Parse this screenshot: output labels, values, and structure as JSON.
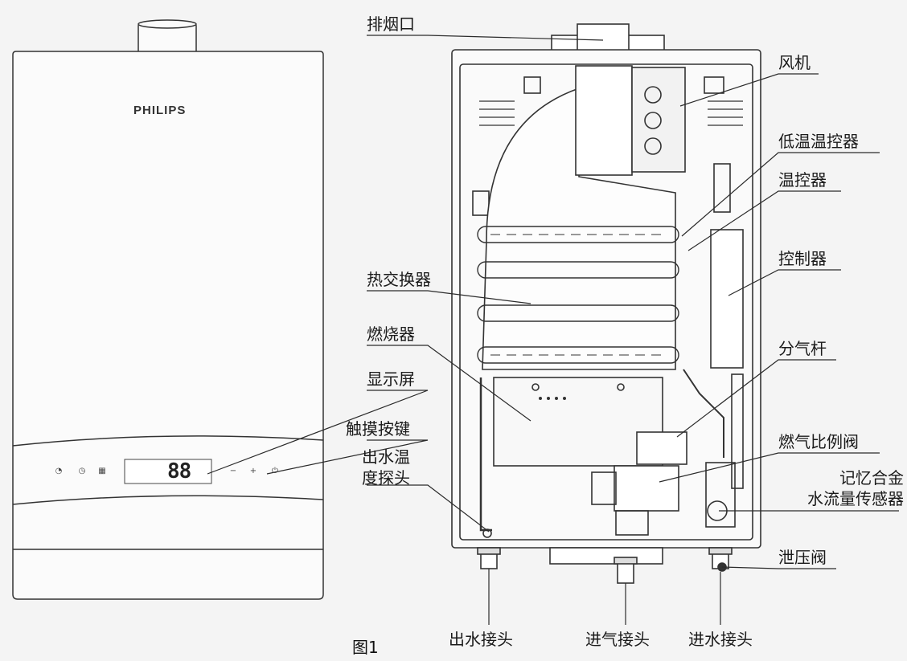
{
  "figure_caption": "图1",
  "brand": "PHILIPS",
  "display": {
    "digits": "88"
  },
  "labels": {
    "exhaust": "排烟口",
    "fan": "风机",
    "low_temp_thermostat": "低温温控器",
    "thermostat": "温控器",
    "controller": "控制器",
    "heat_exchanger": "热交换器",
    "burner": "燃烧器",
    "display_screen": "显示屏",
    "touch_buttons": "触摸按键",
    "gas_manifold": "分气杆",
    "outlet_temp_probe": "出水温\n度探头",
    "gas_proportional_valve": "燃气比例阀",
    "memory_alloy_sensor": "记忆合金\n水流量传感器",
    "relief_valve": "泄压阀",
    "water_outlet": "出水接头",
    "gas_inlet": "进气接头",
    "water_inlet": "进水接头"
  },
  "icons": {
    "power": "⏻",
    "minus": "−",
    "plus": "+"
  },
  "colors": {
    "line": "#2b2b2b",
    "body": "#f7f7f7",
    "stroke": "#333333"
  }
}
